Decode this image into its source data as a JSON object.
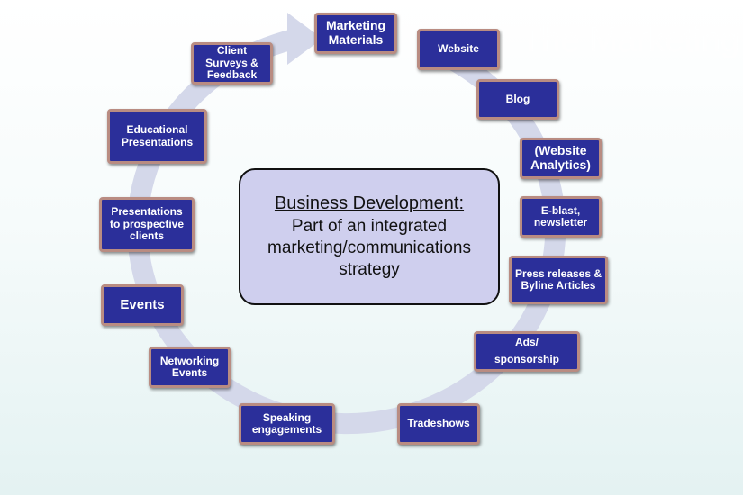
{
  "slide": {
    "title": "The Marketing"
  },
  "center": {
    "title": "Business Development:",
    "subtitle": "Part of an integrated marketing/communications strategy"
  },
  "nodes": [
    "Marketing Materials",
    "Website",
    "Blog",
    "(Website Analytics)",
    "E-blast, newsletter",
    "Press releases & Byline Articles",
    "Ads/\n\nsponsorship",
    "Tradeshows",
    "Speaking engagements",
    "Networking Events",
    "Events",
    "Presentations to prospective clients",
    "Educational Presentations",
    "Client Surveys & Feedback"
  ],
  "colors": {
    "node_fill": "#2b2f9a",
    "node_border": "#b98c82",
    "ring": "#d4d8ea",
    "center_fill": "#cfcfee"
  }
}
